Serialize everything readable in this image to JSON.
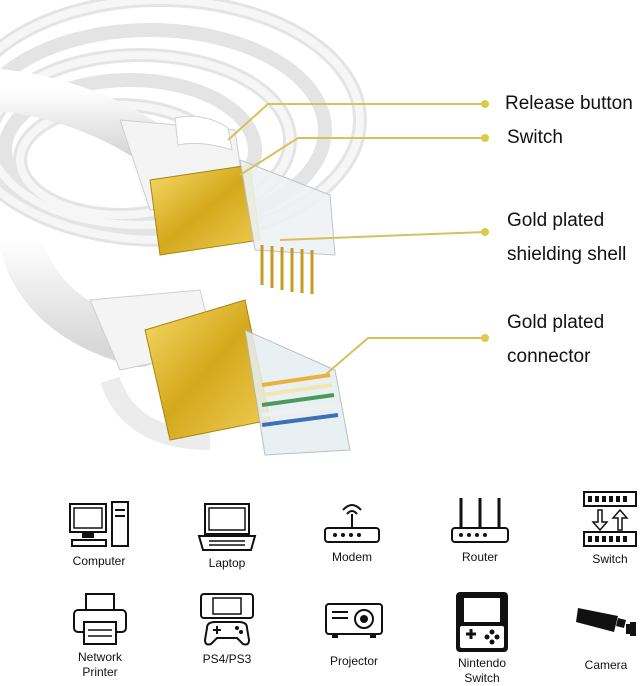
{
  "callouts": {
    "release_button": "Release button",
    "switch": "Switch",
    "gold_shell_line1": "Gold plated",
    "gold_shell_line2": "shielding shell",
    "gold_connector_line1": "Gold plated",
    "gold_connector_line2": "connector"
  },
  "devices": {
    "row1": [
      "Computer",
      "Laptop",
      "Modem",
      "Router",
      "Switch"
    ],
    "row2": [
      {
        "line1": "Network",
        "line2": "Printer"
      },
      {
        "line1": "PS4/PS3",
        "line2": ""
      },
      {
        "line1": "Projector",
        "line2": ""
      },
      {
        "line1": "Nintendo",
        "line2": "Switch"
      },
      {
        "line1": "Camera",
        "line2": ""
      }
    ]
  },
  "colors": {
    "gold": "#d9b93a",
    "callout_line": "#d6c15a",
    "cable": "#f2f2f2"
  },
  "icons": [
    "computer-icon",
    "laptop-icon",
    "modem-icon",
    "router-icon",
    "network-switch-icon",
    "printer-icon",
    "game-console-icon",
    "projector-icon",
    "nintendo-switch-icon",
    "security-camera-icon"
  ]
}
